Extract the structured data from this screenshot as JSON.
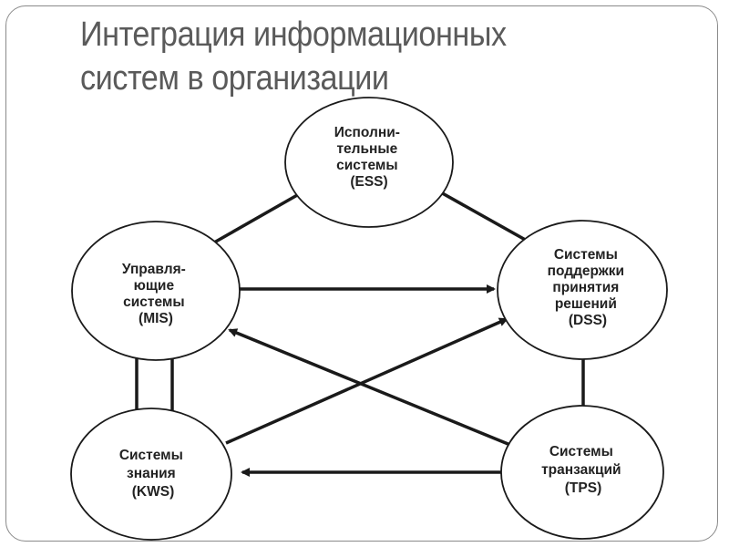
{
  "title": {
    "line1": "Интеграция информационных",
    "line2": "систем в организации"
  },
  "nodes": {
    "ess": [
      "Исполни-",
      "тельные",
      "системы",
      "(ESS)"
    ],
    "mis": [
      "Управля-",
      "ющие",
      "системы",
      "(MIS)"
    ],
    "dss": [
      "Системы",
      "поддержки",
      "принятия",
      "решений",
      "(DSS)"
    ],
    "kws": [
      "Системы",
      "знания",
      "(KWS)"
    ],
    "tps": [
      "Системы",
      "транзакций",
      "(TPS)"
    ]
  },
  "edges": [
    {
      "from": "MIS",
      "to": "ESS"
    },
    {
      "from": "DSS",
      "to": "ESS"
    },
    {
      "from": "MIS",
      "to": "DSS"
    },
    {
      "from": "TPS",
      "to": "MIS"
    },
    {
      "from": "KWS",
      "to": "DSS"
    },
    {
      "from": "KWS",
      "to": "MIS"
    },
    {
      "from": "MIS",
      "to": "KWS"
    },
    {
      "from": "TPS",
      "to": "DSS"
    },
    {
      "from": "TPS",
      "to": "KWS"
    }
  ]
}
